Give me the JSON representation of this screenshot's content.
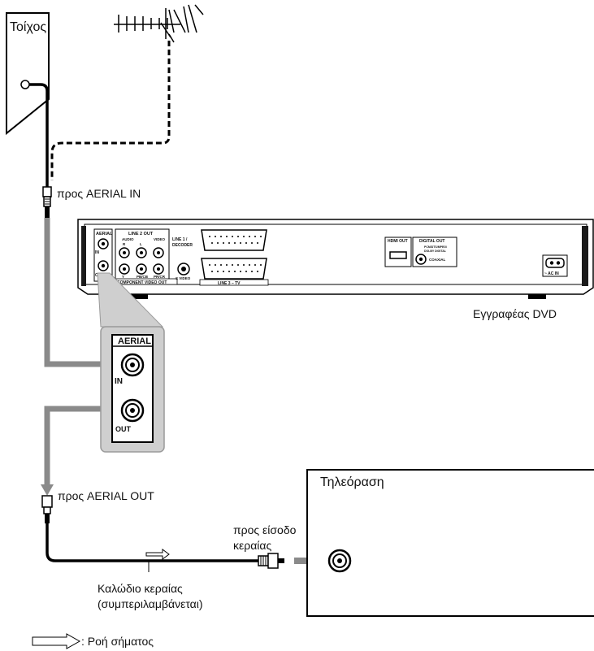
{
  "labels": {
    "wall": "Τοίχος",
    "to_aerial_in": "προς AERIAL IN",
    "dvd_recorder": "Εγγραφέας DVD",
    "to_aerial_out": "προς AERIAL OUT",
    "tv": "Τηλεόραση",
    "to_aerial_input_line1": "προς είσοδο",
    "to_aerial_input_line2": "κεραίας",
    "cable_line1": "Καλώδιο κεραίας",
    "cable_line2": "(συμπεριλαμβάνεται)",
    "legend": ": Ροή σήματος"
  },
  "panel": {
    "aerial": "AERIAL",
    "in": "IN",
    "out": "OUT",
    "line2_out": "LINE 2 OUT",
    "audio": "AUDIO",
    "r": "R",
    "l": "L",
    "video": "VIDEO",
    "line1_decoder_1": "LINE 1 /",
    "line1_decoder_2": "DECODER",
    "component_video_out": "COMPONENT VIDEO OUT",
    "y": "Y",
    "pb_cb": "PB/CB",
    "pr_cr": "PR/CR",
    "s_video": "S VIDEO",
    "line3_tv": "LINE 3 – TV",
    "hdmi_out": "HDMI OUT",
    "digital_out": "DIGITAL OUT",
    "pcm_dts": "PCM/DTS/MPEG/",
    "dolby_digital": "DOLBY DIGITAL",
    "coaxial": "COAXIAL",
    "ac_in": "~ AC IN"
  }
}
